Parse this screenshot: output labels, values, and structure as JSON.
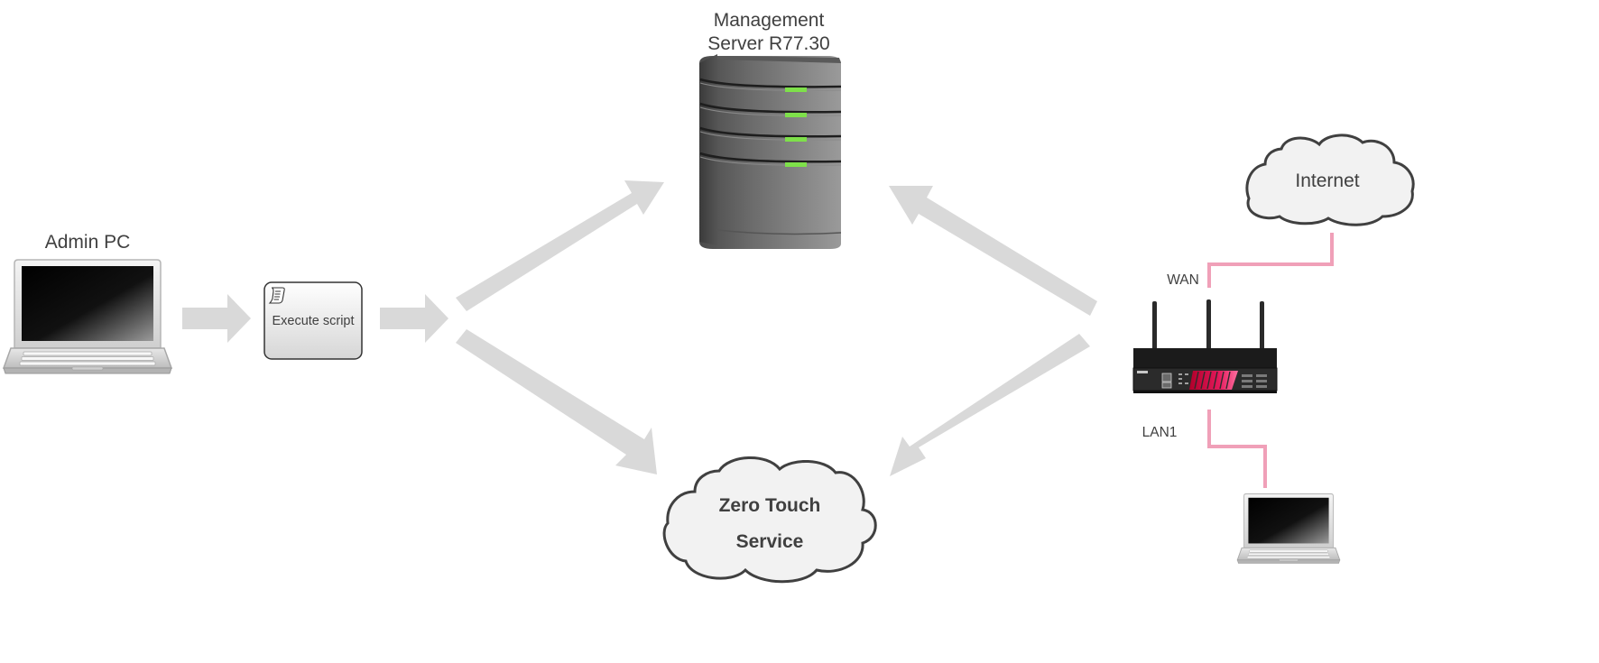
{
  "nodes": {
    "admin_pc": {
      "label": "Admin PC"
    },
    "execute_script": {
      "label": "Execute script"
    },
    "management_server": {
      "label_line1": "Management",
      "label_line2": "Server R77.30"
    },
    "zero_touch": {
      "label_line1": "Zero Touch",
      "label_line2": "Service"
    },
    "internet": {
      "label": "Internet"
    },
    "gateway": {
      "wan_label": "WAN",
      "lan_label": "LAN1"
    }
  },
  "colors": {
    "arrow": "#d9d9d9",
    "cable": "#f0a0b8",
    "cloud_fill": "#f2f2f2",
    "cloud_stroke": "#404040",
    "server_led": "#7ee04a"
  }
}
